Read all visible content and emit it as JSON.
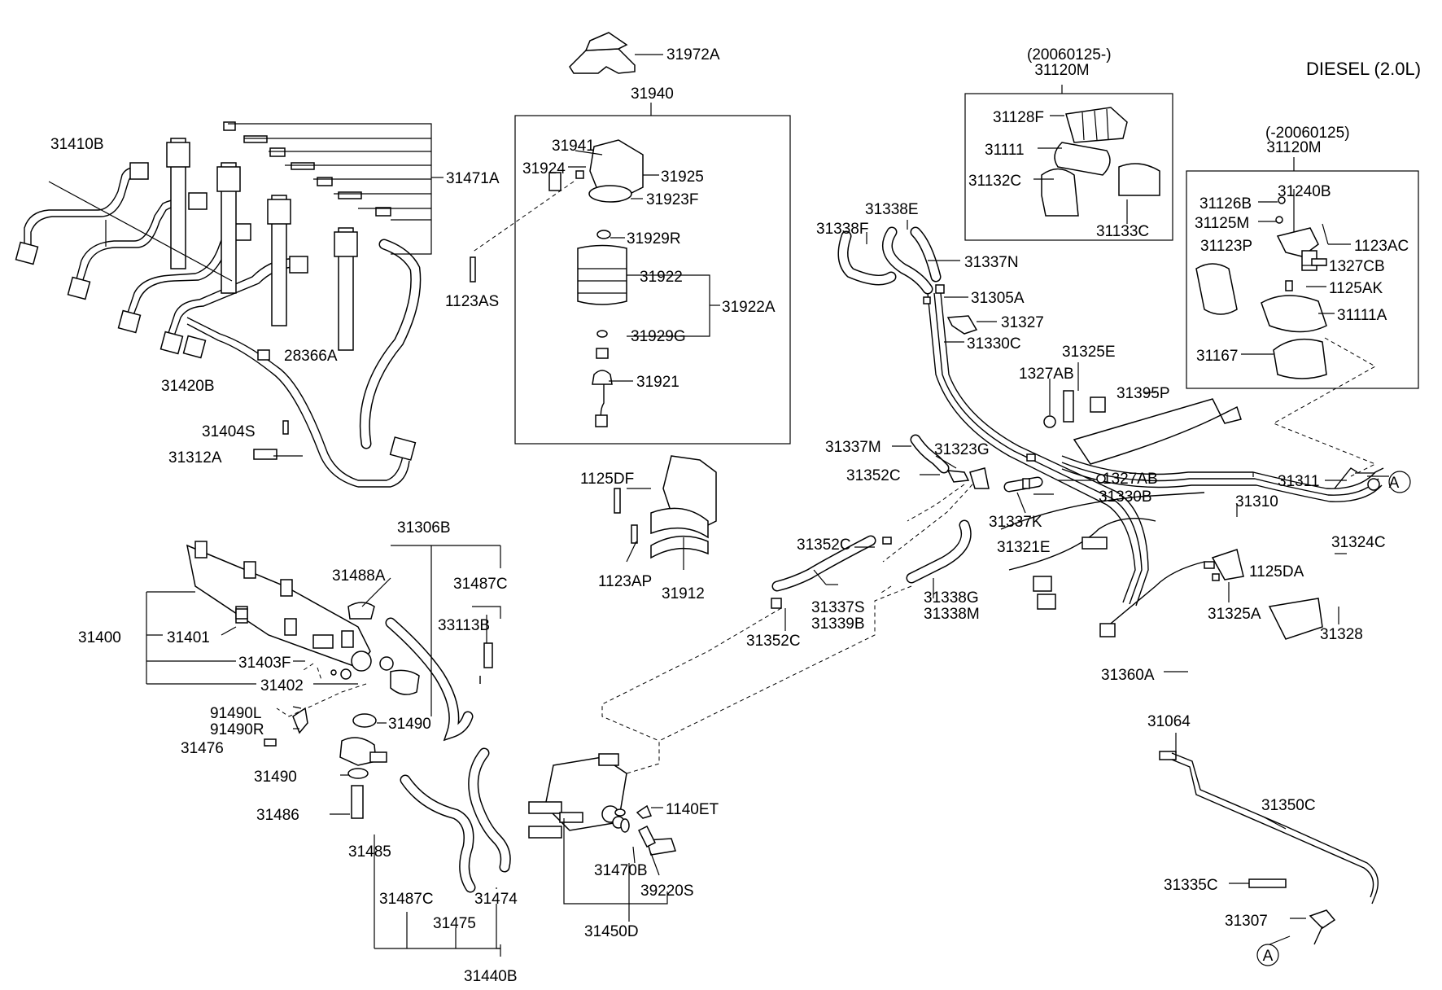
{
  "engine": "DIESEL (2.0L)",
  "date_after": "(20060125-)",
  "date_before": "(-20060125)",
  "ref_a": "A",
  "parts": {
    "p31972A": "31972A",
    "p31940": "31940",
    "p31941": "31941",
    "p31924": "31924",
    "p31925": "31925",
    "p31923F": "31923F",
    "p31929R": "31929R",
    "p1123AS": "1123AS",
    "p31922": "31922",
    "p31922A": "31922A",
    "p31929G": "31929G",
    "p31921": "31921",
    "p31410B": "31410B",
    "p31471A": "31471A",
    "p28366A": "28366A",
    "p31420B": "31420B",
    "p31404S": "31404S",
    "p31312A": "31312A",
    "p31120M_a": "31120M",
    "p31128F": "31128F",
    "p31111": "31111",
    "p31132C": "31132C",
    "p31133C": "31133C",
    "p31120M_b": "31120M",
    "p31126B": "31126B",
    "p31240B": "31240B",
    "p31125M": "31125M",
    "p31123P": "31123P",
    "p1123AC": "1123AC",
    "p1327CB": "1327CB",
    "p1125AK": "1125AK",
    "p31111A": "31111A",
    "p31167": "31167",
    "p31338E": "31338E",
    "p31338F": "31338F",
    "p31337N": "31337N",
    "p31305A": "31305A",
    "p31327": "31327",
    "p31330C": "31330C",
    "p31325E": "31325E",
    "p1327AB_a": "1327AB",
    "p31395P": "31395P",
    "p31337M": "31337M",
    "p31323G": "31323G",
    "p31352C_a": "31352C",
    "p1327AB_b": "1327AB",
    "p31311": "31311",
    "p31330B": "31330B",
    "p31310": "31310",
    "p31337K": "31337K",
    "p31321E": "31321E",
    "p31324C": "31324C",
    "p1125DA": "1125DA",
    "p31325A": "31325A",
    "p31328": "31328",
    "p31360A": "31360A",
    "p31064": "31064",
    "p31350C": "31350C",
    "p31335C": "31335C",
    "p31307": "31307",
    "p1125DF": "1125DF",
    "p1123AP": "1123AP",
    "p31912": "31912",
    "p31352C_b": "31352C",
    "p31337S": "31337S",
    "p31339B": "31339B",
    "p31352C_c": "31352C",
    "p31338G": "31338G",
    "p31338M": "31338M",
    "p31306B": "31306B",
    "p31488A": "31488A",
    "p31487C_a": "31487C",
    "p33113B": "33113B",
    "p31400": "31400",
    "p31401": "31401",
    "p31403F": "31403F",
    "p31402": "31402",
    "p91490L": "91490L",
    "p91490R": "91490R",
    "p31490_a": "31490",
    "p31476": "31476",
    "p31490_b": "31490",
    "p31486": "31486",
    "p31485": "31485",
    "p1140ET": "1140ET",
    "p31470B": "31470B",
    "p39220S": "39220S",
    "p31487C_b": "31487C",
    "p31474": "31474",
    "p31475": "31475",
    "p31450D": "31450D",
    "p31440B": "31440B"
  }
}
